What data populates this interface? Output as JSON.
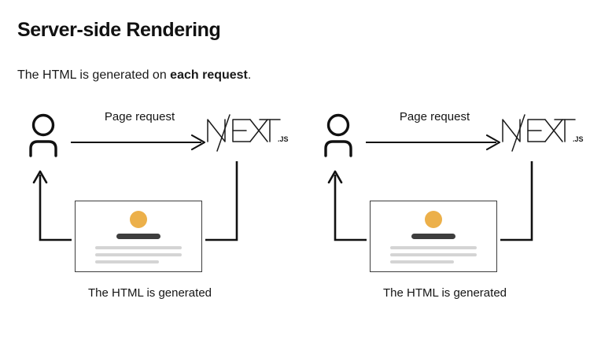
{
  "header": {
    "title": "Server-side Rendering",
    "subtitle_prefix": "The HTML is generated on ",
    "subtitle_strong": "each request",
    "subtitle_suffix": "."
  },
  "colors": {
    "background": "#ffffff",
    "text": "#111111",
    "stroke": "#111111",
    "mockup_border": "#3d3d3d",
    "accent_circle": "#ecb04a",
    "mockup_heading": "#3e3e3e",
    "mockup_line": "#d4d4d4"
  },
  "flows": [
    {
      "id": "flow-1",
      "actor_icon": "person-icon",
      "request_label": "Page request",
      "request_arrow_icon": "arrow-right-icon",
      "server_logo": {
        "icon": "nextjs-logo-icon",
        "wordmark": "NEXT",
        "suffix": ".JS"
      },
      "response_arrow_icon": "arrow-up-icon",
      "mockup": {
        "name": "rendered-page-mockup",
        "avatar_icon": "circle-avatar-icon",
        "line_count": 3
      },
      "caption": "The HTML is generated"
    },
    {
      "id": "flow-2",
      "actor_icon": "person-icon",
      "request_label": "Page request",
      "request_arrow_icon": "arrow-right-icon",
      "server_logo": {
        "icon": "nextjs-logo-icon",
        "wordmark": "NEXT",
        "suffix": ".JS"
      },
      "response_arrow_icon": "arrow-up-icon",
      "mockup": {
        "name": "rendered-page-mockup",
        "avatar_icon": "circle-avatar-icon",
        "line_count": 3
      },
      "caption": "The HTML is generated"
    }
  ]
}
